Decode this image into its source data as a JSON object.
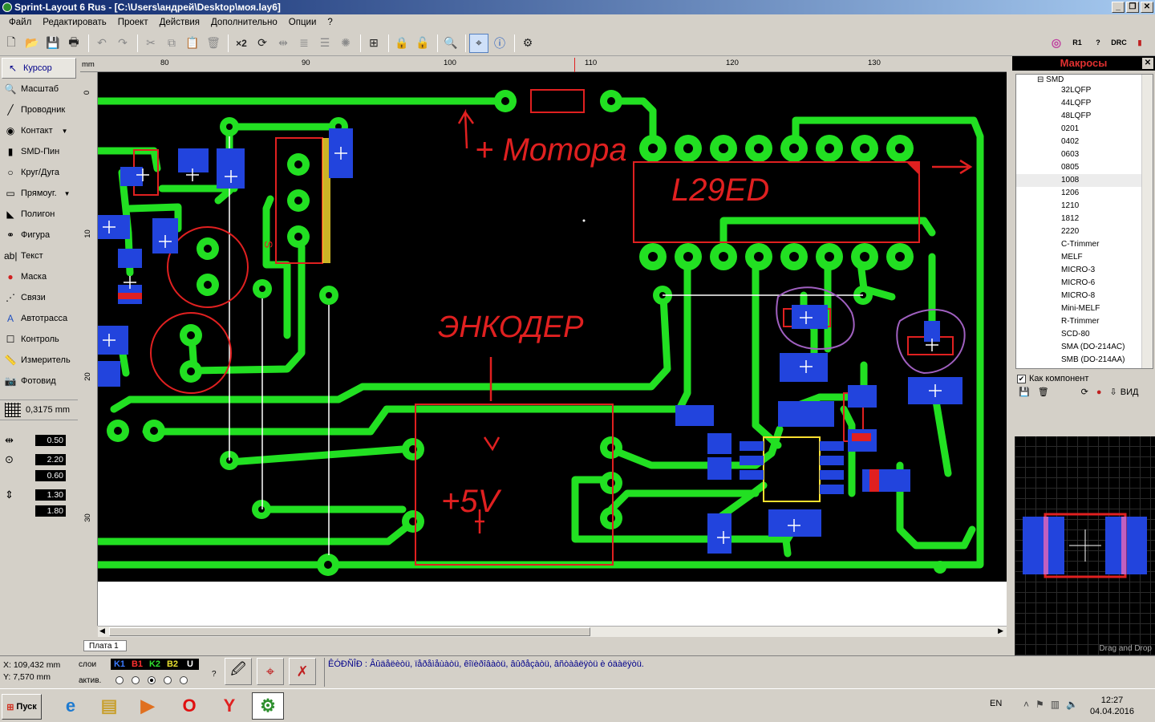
{
  "window": {
    "title": "Sprint-Layout 6 Rus - [C:\\Users\\андрей\\Desktop\\моя.lay6]"
  },
  "menu": [
    "Файл",
    "Редактировать",
    "Проект",
    "Действия",
    "Дополнительно",
    "Опции",
    "?"
  ],
  "toolbar": {
    "x2_label": "×2"
  },
  "tools": [
    "Курсор",
    "Масштаб",
    "Проводник",
    "Контакт",
    "SMD-Пин",
    "Круг/Дуга",
    "Прямоуг.",
    "Полигон",
    "Фигура",
    "Текст",
    "Маска",
    "Связи",
    "Автотрасса",
    "Контроль",
    "Измеритель",
    "Фотовид"
  ],
  "grid": {
    "value": "0,3175 mm"
  },
  "params": {
    "track_width": "0.50",
    "pad_outer": "2.20",
    "pad_inner": "0.60",
    "smd_w": "1.30",
    "smd_h": "1.80"
  },
  "ruler": {
    "unit": "mm",
    "top_ticks": [
      "80",
      "90",
      "100",
      "110",
      "120",
      "130"
    ],
    "left_ticks": [
      "0",
      "10",
      "20",
      "30"
    ]
  },
  "board": {
    "annotations": [
      "+ Мотора",
      "L29ED",
      "ЭНКОДЕР",
      "+5V"
    ],
    "colors": {
      "copper": "#22e022",
      "background": "#000000",
      "ink": "#e02020",
      "smd": "#2244dd",
      "silk": "#e03030"
    }
  },
  "sheet_tab": "Плата 1",
  "macros": {
    "title": "Макросы",
    "root": "SMD",
    "items": [
      "32LQFP",
      "44LQFP",
      "48LQFP",
      "0201",
      "0402",
      "0603",
      "0805",
      "1008",
      "1206",
      "1210",
      "1812",
      "2220",
      "C-Trimmer",
      "MELF",
      "MICRO-3",
      "MICRO-6",
      "MICRO-8",
      "Mini-MELF",
      "R-Trimmer",
      "SCD-80",
      "SMA (DO-214AC)",
      "SMB (DO-214AA)"
    ],
    "selected": "1008",
    "as_component": "Как компонент",
    "view_label": "ВИД",
    "drag_drop": "Drag and Drop"
  },
  "status": {
    "x": "X: 109,432 mm",
    "y": "Y:    7,570 mm",
    "layers_label": "слои",
    "active_label": "актив.",
    "layers": [
      {
        "name": "K1",
        "color": "#3a7bff"
      },
      {
        "name": "B1",
        "color": "#ff3030"
      },
      {
        "name": "K2",
        "color": "#30e030"
      },
      {
        "name": "B2",
        "color": "#e8e030"
      },
      {
        "name": "U",
        "color": "#ffffff"
      }
    ],
    "question": "?",
    "hint": "ÊÓÐÑÎÐ : Âûäåëèòü, ïåðåìåùàòü, êîïèðîâàòü, âûðåçàòü, âñòàâëÿòü è óäàëÿòü."
  },
  "taskbar": {
    "start": "Пуск",
    "lang": "EN",
    "time": "12:27",
    "date": "04.04.2016"
  }
}
